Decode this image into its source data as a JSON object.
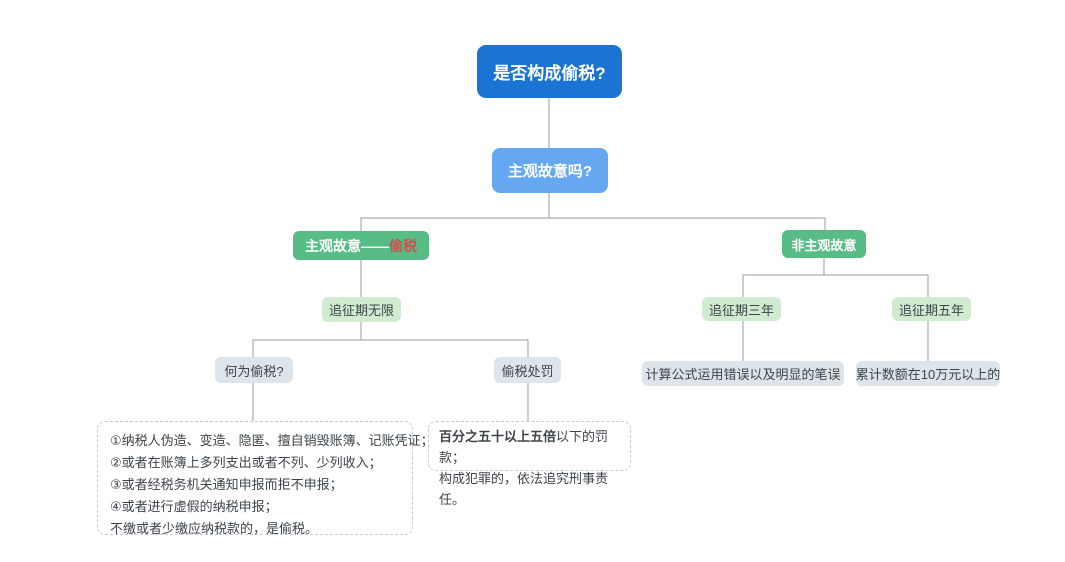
{
  "colors": {
    "root_bg": "#1b74d3",
    "question_bg": "#66a7f2",
    "branch_green_bg": "#57bc85",
    "light_green_bg": "#d0ebcf",
    "gray_node_bg": "#dde4ea",
    "dark_text": "#3d4449",
    "highlight_red": "#d05050",
    "connector_gray": "#a8adb3",
    "dashed_border": "#c6ccd2"
  },
  "nodes": {
    "root": "是否构成偷税?",
    "question": "主观故意吗?",
    "left_branch_prefix": "主观故意——",
    "left_branch_highlight": "偷税",
    "right_branch": "非主观故意",
    "period_unlimited": "追征期无限",
    "what_is": "何为偷税?",
    "penalty": "偷税处罚",
    "three_year": "追征期三年",
    "five_year": "追征期五年",
    "calc_error": "计算公式运用错误以及明显的笔误",
    "amount": "累计数额在10万元以上的"
  },
  "what_detail_lines": [
    "①纳税人伪造、变造、隐匿、擅自销毁账簿、记账凭证；",
    "②或者在账簿上多列支出或者不列、少列收入；",
    "③或者经税务机关通知申报而拒不申报；",
    "④或者进行虚假的纳税申报；",
    "不缴或者少缴应纳税款的，是偷税。"
  ],
  "penalty_detail": {
    "line1_bold": "百分之五十以上五倍",
    "line1_rest": "以下的罚款；",
    "line2": "构成犯罪的，依法追究刑事责任。"
  }
}
